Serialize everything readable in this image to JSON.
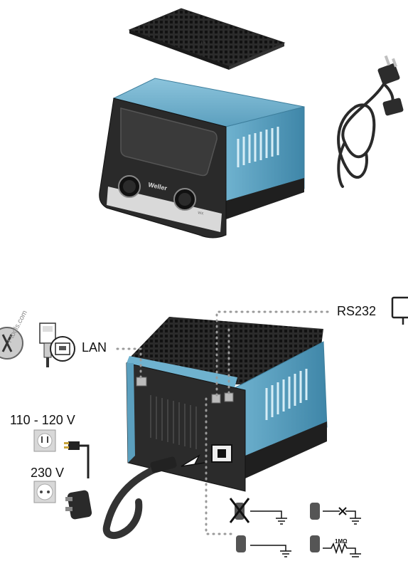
{
  "labels": {
    "rs232": "RS232",
    "lan": "LAN",
    "voltage_110": "110 - 120 V",
    "voltage_230": "230 V",
    "resistor_value": "1MΩ"
  },
  "branding": {
    "logo": "Weller",
    "model": "WX",
    "watermark": "r-tools.com"
  },
  "components": {
    "drip_tray": "tray-icon",
    "control_unit_front": "station-front",
    "power_cord": "power-cord-icon",
    "control_unit_rear": "station-rear",
    "monitor": "monitor-icon",
    "lan_connector": "ethernet-icon",
    "outlet_us": "outlet-us-icon",
    "outlet_eu": "outlet-eu-icon",
    "ground_options": [
      "no-ground-icon",
      "direct-ground-icon",
      "open-ground-icon",
      "resistor-ground-icon"
    ]
  },
  "colors": {
    "housing_blue": "#5b9fbe",
    "housing_dark": "#2a2a2a",
    "dotted_line": "#9a9a9a"
  }
}
